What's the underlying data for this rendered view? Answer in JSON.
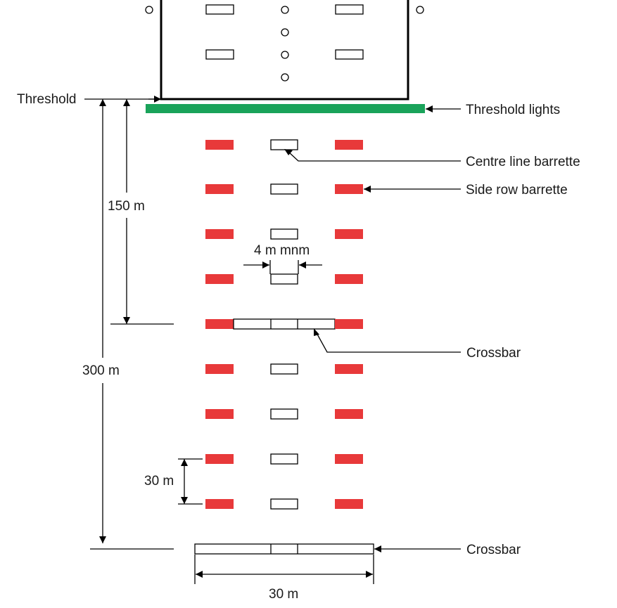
{
  "labels": {
    "threshold": "Threshold",
    "threshold_lights": "Threshold lights",
    "centre_line_barrette": "Centre line barrette",
    "side_row_barrette": "Side row barrette",
    "crossbar_upper": "Crossbar",
    "crossbar_lower": "Crossbar",
    "dim_150": "150 m",
    "dim_300": "300 m",
    "dim_4m": "4 m mnm",
    "dim_30_spacing": "30 m",
    "dim_30_width": "30 m"
  },
  "colors": {
    "side_row": "#e8393a",
    "threshold_lights": "#1aa35a",
    "centre_line": "#ffffff",
    "stroke": "#000000"
  }
}
